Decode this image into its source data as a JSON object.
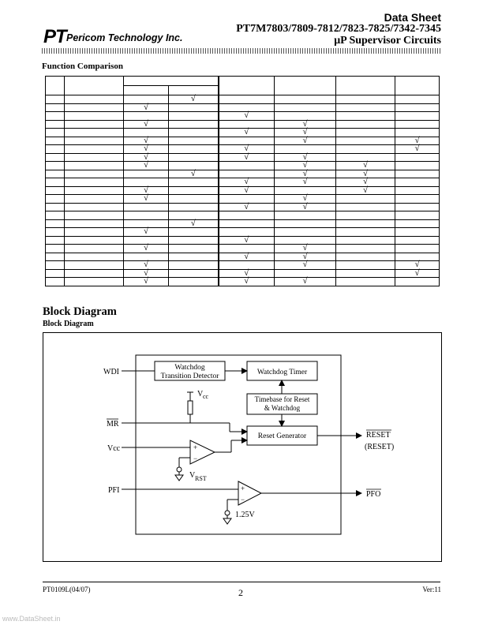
{
  "header": {
    "logo_mark": "PT",
    "company": "Pericom Technology Inc.",
    "doc_type": "Data Sheet",
    "part_numbers": "PT7M7803/7809-7812/7823-7825/7342-7345",
    "subtitle": "μP Supervisor Circuits"
  },
  "function_comparison": {
    "title": "Function Comparison",
    "check_symbol": "√",
    "rows": [
      [
        0,
        0,
        0,
        1,
        0,
        0,
        0,
        0,
        0
      ],
      [
        0,
        0,
        1,
        0,
        0,
        0,
        0,
        0,
        0
      ],
      [
        0,
        0,
        0,
        0,
        1,
        0,
        0,
        0,
        0
      ],
      [
        0,
        0,
        1,
        0,
        0,
        1,
        0,
        0,
        0
      ],
      [
        0,
        0,
        0,
        0,
        1,
        1,
        0,
        0,
        0
      ],
      [
        0,
        0,
        1,
        0,
        0,
        1,
        0,
        1,
        0
      ],
      [
        0,
        0,
        1,
        0,
        1,
        0,
        0,
        1,
        0
      ],
      [
        0,
        0,
        1,
        0,
        1,
        1,
        0,
        0,
        0
      ],
      [
        0,
        0,
        1,
        0,
        0,
        1,
        1,
        0,
        0
      ],
      [
        0,
        0,
        0,
        1,
        0,
        1,
        1,
        0,
        0
      ],
      [
        0,
        0,
        0,
        0,
        1,
        1,
        1,
        0,
        0
      ],
      [
        0,
        0,
        1,
        0,
        1,
        0,
        1,
        0,
        0
      ],
      [
        0,
        0,
        1,
        0,
        0,
        1,
        0,
        0,
        0
      ],
      [
        0,
        0,
        0,
        0,
        1,
        1,
        0,
        0,
        0
      ],
      [
        0,
        0,
        0,
        0,
        0,
        0,
        0,
        0,
        0
      ],
      [
        0,
        0,
        0,
        1,
        0,
        0,
        0,
        0,
        0
      ],
      [
        0,
        0,
        1,
        0,
        0,
        0,
        0,
        0,
        0
      ],
      [
        0,
        0,
        0,
        0,
        1,
        0,
        0,
        0,
        0
      ],
      [
        0,
        0,
        1,
        0,
        0,
        1,
        0,
        0,
        0
      ],
      [
        0,
        0,
        0,
        0,
        1,
        1,
        0,
        0,
        0
      ],
      [
        0,
        0,
        1,
        0,
        0,
        1,
        0,
        1,
        0
      ],
      [
        0,
        0,
        1,
        0,
        1,
        0,
        0,
        1,
        0
      ],
      [
        0,
        0,
        1,
        0,
        1,
        1,
        0,
        0,
        0
      ]
    ]
  },
  "block_diagram": {
    "section_title": "Block Diagram",
    "figure_title": "Block Diagram",
    "labels": {
      "wdi": "WDI",
      "mr": "MR",
      "vcc_in": "Vcc",
      "pfi": "PFI",
      "vcc_sup": "V",
      "vcc_sup_sub": "cc",
      "vrst": "V",
      "vrst_sub": "RST",
      "ref_125": "1.25V",
      "watchdog_td_1": "Watchdog",
      "watchdog_td_2": "Transition Detector",
      "watchdog_timer": "Watchdog Timer",
      "timebase_1": "Timebase for Reset",
      "timebase_2": "& Watchdog",
      "reset_gen": "Reset  Generator",
      "reset_out": "RESET",
      "reset_out_alt": "(RESET)",
      "pfo": "PFO",
      "plus": "+",
      "minus": "−"
    }
  },
  "footer": {
    "doc_id": "PT0109L(04/07)",
    "page": "2",
    "version": "Ver:11",
    "watermark": "www.DataSheet.in"
  }
}
